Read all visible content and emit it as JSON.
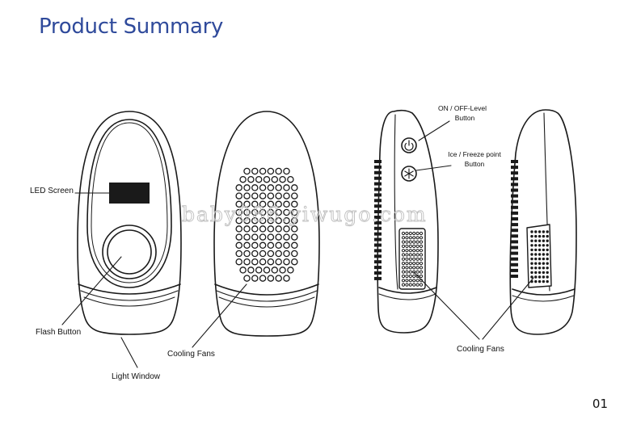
{
  "header": {
    "title": "Product Summary"
  },
  "colors": {
    "title": "#2f4a9b",
    "outline": "#1a1a1a"
  },
  "labels": {
    "led_screen": "LED Screen",
    "flash_button": "Flash Button",
    "light_window": "Light Window",
    "cooling_fans_front": "Cooling Fans",
    "power_line1": "ON / OFF-Level",
    "power_line2": "Button",
    "ice_line1": "Ice / Freeze point",
    "ice_line2": "Button",
    "cooling_fans_side": "Cooling Fans"
  },
  "watermark": "baby086.yiwugo.com",
  "icons": {
    "power": "power-icon",
    "ice": "snowflake-icon"
  },
  "footer": {
    "page_number": "01"
  }
}
